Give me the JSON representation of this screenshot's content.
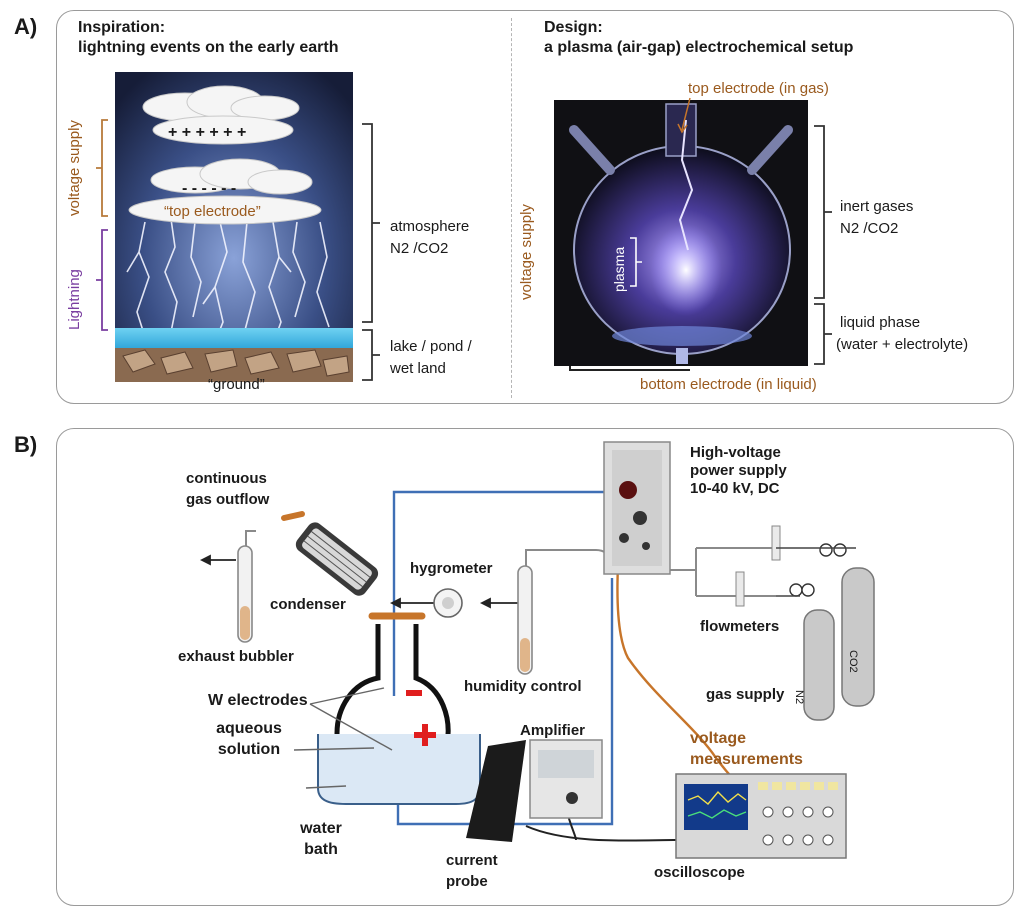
{
  "panel_a": {
    "label": "A)",
    "left": {
      "heading_line1": "Inspiration:",
      "heading_line2": "lightning events on the early earth",
      "plus_row": "+ + + + + +",
      "minus_row": "- - - - - -",
      "top_electrode": "“top electrode”",
      "voltage_supply": "voltage supply",
      "lightning": "Lightning",
      "atmosphere": "atmosphere",
      "gases": "N2 /CO2",
      "lake_line1": "lake / pond /",
      "lake_line2": "wet land",
      "ground": "“ground”"
    },
    "right": {
      "heading_line1": "Design:",
      "heading_line2": "a plasma (air-gap) electrochemical setup",
      "top_electrode": "top electrode (in gas)",
      "voltage_supply": "voltage supply",
      "plasma": "plasma",
      "inert_gases": "inert gases",
      "gases": "N2 /CO2",
      "liquid_phase": "liquid phase",
      "liquid_detail": "(water + electrolyte)",
      "bottom_electrode": "bottom electrode (in liquid)"
    }
  },
  "panel_b": {
    "label": "B)",
    "hv_line1": "High-voltage",
    "hv_line2": "power supply",
    "hv_line3": "10-40 kV, DC",
    "continuous_line1": "continuous",
    "continuous_line2": "gas outflow",
    "hygrometer": "hygrometer",
    "condenser": "condenser",
    "flowmeters": "flowmeters",
    "exhaust_bubbler": "exhaust bubbler",
    "humidity_control": "humidity control",
    "w_electrodes": "W electrodes",
    "gas_supply": "gas supply",
    "aqueous_line1": "aqueous",
    "aqueous_line2": "solution",
    "amplifier": "Amplifier",
    "voltage_line1": "voltage",
    "voltage_line2": "measurements",
    "water_line1": "water",
    "water_line2": "bath",
    "current_line1": "current",
    "current_line2": "probe",
    "oscilloscope": "oscilloscope",
    "cylinder_n2": "N2",
    "cylinder_co2": "CO2",
    "minus_sign": "-",
    "plus_sign": "+"
  },
  "colors": {
    "wire_blue": "#3f6fb5",
    "probe_orange": "#c7752a",
    "accent_brown": "#9a5a1e",
    "lightning_purple": "#7a3ea0",
    "sign_red": "#e01e1e"
  }
}
